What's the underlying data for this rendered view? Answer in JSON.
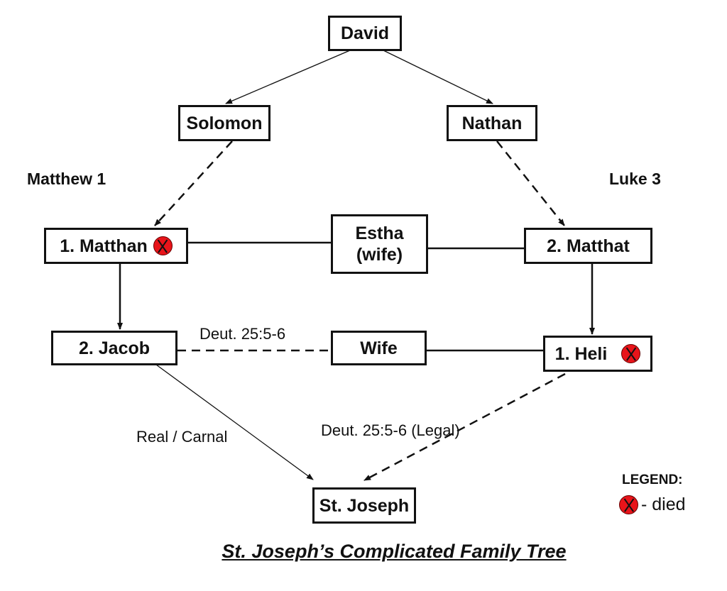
{
  "title": "St. Joseph’s Complicated Family Tree",
  "gospels": {
    "left": "Matthew 1",
    "right": "Luke 3"
  },
  "nodes": {
    "david": {
      "label": "David"
    },
    "solomon": {
      "label": "Solomon"
    },
    "nathan": {
      "label": "Nathan"
    },
    "matthan": {
      "label": "1. Matthan",
      "died": true
    },
    "estha": {
      "line1": "Estha",
      "line2": "(wife)"
    },
    "matthat": {
      "label": "2. Matthat"
    },
    "jacob": {
      "label": "2. Jacob"
    },
    "wife": {
      "label": "Wife"
    },
    "heli": {
      "label": "1. Heli",
      "died": true
    },
    "joseph": {
      "label": "St. Joseph"
    }
  },
  "edge_labels": {
    "levirate": "Deut. 25:5-6",
    "real": "Real / Carnal",
    "legal": "Deut. 25:5-6 (Legal)"
  },
  "edges": [
    {
      "from": "david",
      "to": "solomon",
      "style": "solid-thin",
      "arrow": true
    },
    {
      "from": "david",
      "to": "nathan",
      "style": "solid-thin",
      "arrow": true
    },
    {
      "from": "solomon",
      "to": "matthan",
      "style": "dashed",
      "arrow": true
    },
    {
      "from": "nathan",
      "to": "matthat",
      "style": "dashed",
      "arrow": true
    },
    {
      "from": "matthan",
      "to": "estha",
      "style": "solid",
      "arrow": false
    },
    {
      "from": "estha",
      "to": "matthat",
      "style": "solid",
      "arrow": false
    },
    {
      "from": "matthan",
      "to": "jacob",
      "style": "solid",
      "arrow": true
    },
    {
      "from": "matthat",
      "to": "heli",
      "style": "solid",
      "arrow": true
    },
    {
      "from": "jacob",
      "to": "wife",
      "style": "dashed",
      "arrow": false
    },
    {
      "from": "wife",
      "to": "heli",
      "style": "solid",
      "arrow": false
    },
    {
      "from": "jacob",
      "to": "joseph",
      "style": "solid-thin",
      "arrow": true
    },
    {
      "from": "heli",
      "to": "joseph",
      "style": "dashed",
      "arrow": true
    }
  ],
  "legend": {
    "title": "LEGEND:",
    "died_label": "- died",
    "died_icon": "red-circle-x",
    "died_color": "#e8141a"
  }
}
